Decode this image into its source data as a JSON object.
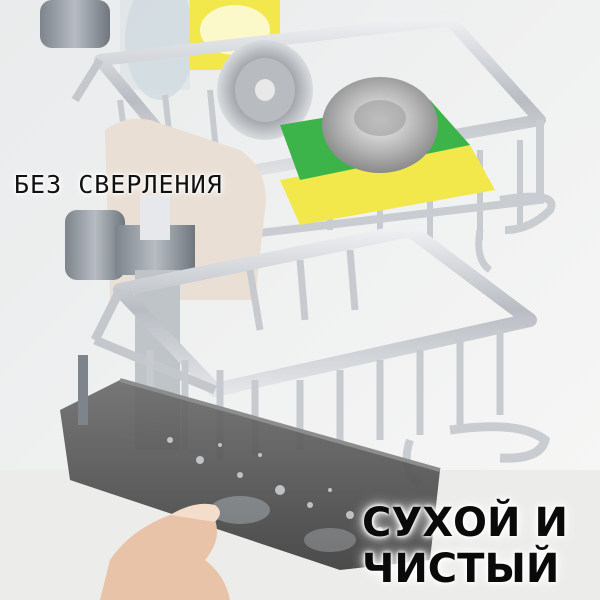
{
  "captions": {
    "top": "БЕЗ СВЕРЛЕНИЯ",
    "bottom_line1": "СУХОЙ И",
    "bottom_line2": "ЧИСТЫЙ"
  },
  "colors": {
    "background": "#f4f4f3",
    "rack_metal": "#c9ccd1",
    "sponge_green": "#3cb44a",
    "sponge_yellow": "#f2e84b",
    "tray": "#5a5a5a",
    "tap_gray": "#8a9096"
  }
}
